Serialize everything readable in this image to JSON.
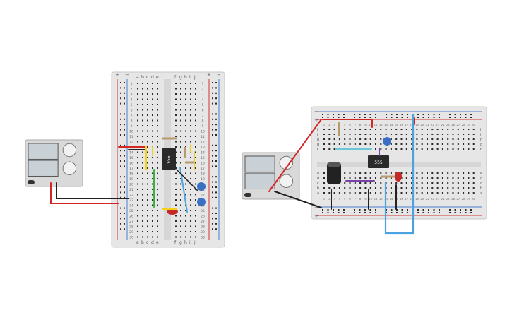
{
  "colors": {
    "board": "#e6e6e6",
    "board_border": "#c8c8c8",
    "rail_red": "#d53030",
    "rail_blue": "#4a7fd0",
    "hole": "#2b2b2b",
    "wire_red": "#d52626",
    "wire_black": "#222222",
    "wire_yellow": "#f2d11b",
    "wire_green": "#3cb043",
    "wire_blue": "#4aa3e0",
    "wire_purple": "#7b3fa8",
    "wire_teal": "#6bc6d6",
    "chip": "#2a2a2a",
    "cap_ceramic": "#3b6fc4",
    "cap_electrolytic": "#222222",
    "led_red": "#c62828",
    "supply_body": "#d9d9d9"
  },
  "breadboard_left": {
    "column_letters_left": [
      "a",
      "b",
      "c",
      "d",
      "e"
    ],
    "column_letters_right": [
      "f",
      "g",
      "h",
      "i",
      "j"
    ],
    "row_numbers": [
      "1",
      "2",
      "3",
      "4",
      "5",
      "6",
      "7",
      "8",
      "9",
      "10",
      "11",
      "12",
      "13",
      "14",
      "15",
      "16",
      "17",
      "18",
      "19",
      "20",
      "21",
      "22",
      "23",
      "24",
      "25",
      "26",
      "27",
      "28",
      "29",
      "30"
    ],
    "rail_plus": "+",
    "rail_minus": "−",
    "chip_label": "555"
  },
  "breadboard_right": {
    "row_letters_top": [
      "j",
      "i",
      "h",
      "g",
      "f"
    ],
    "row_letters_bottom": [
      "e",
      "d",
      "c",
      "b",
      "a"
    ],
    "column_numbers": [
      "1",
      "2",
      "3",
      "4",
      "5",
      "6",
      "7",
      "8",
      "9",
      "10",
      "11",
      "12",
      "13",
      "14",
      "15",
      "16",
      "17",
      "18",
      "19",
      "20",
      "21",
      "22",
      "23",
      "24",
      "25",
      "26",
      "27",
      "28",
      "29",
      "30"
    ],
    "rail_plus": "+",
    "rail_minus": "−",
    "chip_label": "555"
  },
  "power_supply_left": {
    "icons": [
      "voltage-knob-icon",
      "current-knob-icon",
      "output-switch-icon"
    ]
  },
  "power_supply_right": {
    "icons": [
      "voltage-knob-icon",
      "current-knob-icon",
      "output-switch-icon"
    ]
  }
}
